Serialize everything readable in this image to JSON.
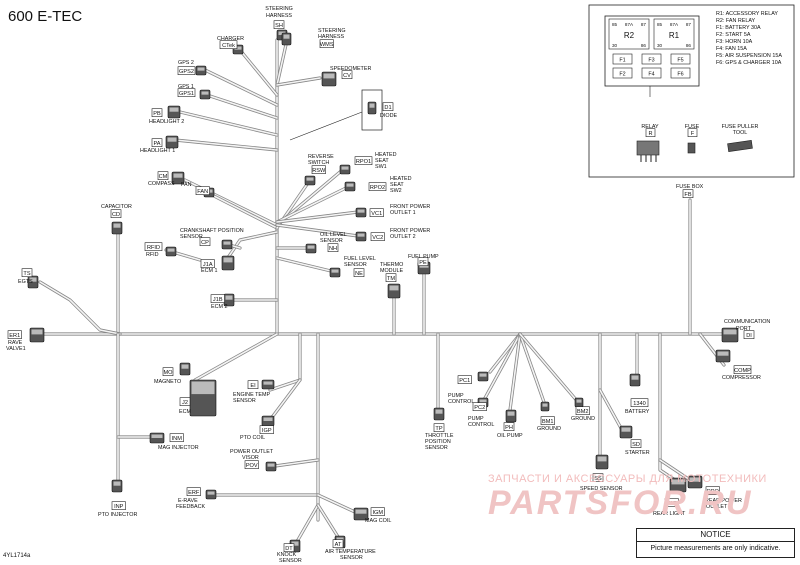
{
  "title": "600 E-TEC",
  "ref_code": "4YL1714a",
  "watermark": {
    "line1": "ЗАПЧАСТИ И АКСЕССУАРЫ ДЛЯ МОТОТЕХНИКИ",
    "line2": "PARTSFOR.RU"
  },
  "notice": {
    "heading": "NOTICE",
    "text": "Picture measurements are only indicative."
  },
  "fuse_box": {
    "legend": [
      "R1: ACCESSORY RELAY",
      "R2: FAN RELAY",
      "F1: BATTERY 30A",
      "F2: START 5A",
      "F3: HORN 10A",
      "F4: FAN 15A",
      "F5: AIR SUSPENSION 15A",
      "F6: GPS & CHARGER 10A"
    ],
    "relays": [
      {
        "name": "R2",
        "pins": [
          "85",
          "87A",
          "87",
          "30",
          "86"
        ]
      },
      {
        "name": "R1",
        "pins": [
          "85",
          "87A",
          "87",
          "30",
          "86"
        ]
      }
    ],
    "fuses": [
      "F1",
      "F3",
      "F5",
      "F2",
      "F4",
      "F6"
    ],
    "relay_label": "RELAY",
    "relay_code": "R",
    "fuse_label": "FUSE",
    "fuse_code": "F",
    "puller_label": "FUSE PULLER TOOL",
    "box_label": "FUSE BOX",
    "box_code": "FB"
  },
  "connectors": [
    {
      "code": "SH",
      "label": "STEERING HARNESS"
    },
    {
      "code": "WMS",
      "label": "STEERING HARNESS"
    },
    {
      "code": "CTek",
      "label": "CHARGER"
    },
    {
      "code": "GPS2",
      "label": "GPS 2"
    },
    {
      "code": "GPS1",
      "label": "GPS 1"
    },
    {
      "code": "CV",
      "label": "SPEEDOMETER"
    },
    {
      "code": "PB",
      "label": "HEADLIGHT 2"
    },
    {
      "code": "PA",
      "label": "HEADLIGHT 1"
    },
    {
      "code": "D1",
      "label": "DIODE"
    },
    {
      "code": "CM",
      "label": "COMPASS"
    },
    {
      "code": "FAN",
      "label": "FAN"
    },
    {
      "code": "RSW",
      "label": "REVERSE SWITCH"
    },
    {
      "code": "RPO1",
      "label": "HEATED SEAT SW1"
    },
    {
      "code": "RPO2",
      "label": "HEATED SEAT SW2"
    },
    {
      "code": "VC1",
      "label": "FRONT POWER OUTLET 1"
    },
    {
      "code": "VC2",
      "label": "FRONT POWER OUTLET 2"
    },
    {
      "code": "CD",
      "label": "CAPACITOR"
    },
    {
      "code": "CP",
      "label": "CRANKSHAFT POSITION SENSOR"
    },
    {
      "code": "RFID",
      "label": "RFID"
    },
    {
      "code": "NH",
      "label": "OIL LEVEL SENSOR"
    },
    {
      "code": "J1A",
      "label": "ECM 1"
    },
    {
      "code": "NE",
      "label": "FUEL LEVEL SENSOR"
    },
    {
      "code": "TS",
      "label": "EGTS"
    },
    {
      "code": "TM",
      "label": "THERMO MODULE"
    },
    {
      "code": "PE",
      "label": "FUEL PUMP"
    },
    {
      "code": "J1B",
      "label": "ECM 2"
    },
    {
      "code": "ER1",
      "label": "RAVE VALVE1"
    },
    {
      "code": "DI",
      "label": "COMMUNICATION PORT"
    },
    {
      "code": "COMP",
      "label": "COMPRESSOR"
    },
    {
      "code": "MO",
      "label": "MAGNETO"
    },
    {
      "code": "J2",
      "label": "ECM"
    },
    {
      "code": "EI",
      "label": "ENGINE TEMP SENSOR"
    },
    {
      "code": "PC1",
      "label": "PUMP CONTROL"
    },
    {
      "code": "PC2",
      "label": "PUMP CONTROL"
    },
    {
      "code": "BM2",
      "label": "GROUND"
    },
    {
      "code": "1340",
      "label": "BATTERY"
    },
    {
      "code": "IGP",
      "label": "PTO COIL"
    },
    {
      "code": "TP",
      "label": "THROTTLE POSITION SENSOR"
    },
    {
      "code": "PH",
      "label": "OIL PUMP"
    },
    {
      "code": "BM1",
      "label": "GROUND"
    },
    {
      "code": "INM",
      "label": "MAG INJECTOR"
    },
    {
      "code": "SD",
      "label": "STARTER"
    },
    {
      "code": "POV",
      "label": "POWER OUTLET VISOR"
    },
    {
      "code": "ERF",
      "label": "E-RAVE FEEDBACK"
    },
    {
      "code": "IGM",
      "label": "MAG COIL"
    },
    {
      "code": "INP",
      "label": "PTO INJECTOR"
    },
    {
      "code": "SS",
      "label": "SPEED SENSOR"
    },
    {
      "code": "RLT",
      "label": "REAR LIGHT"
    },
    {
      "code": "RPO",
      "label": "REAR POWER OUTLET"
    },
    {
      "code": "DT",
      "label": "KNOCK SENSOR"
    },
    {
      "code": "AT",
      "label": "AIR TEMPERATURE SENSOR"
    }
  ]
}
